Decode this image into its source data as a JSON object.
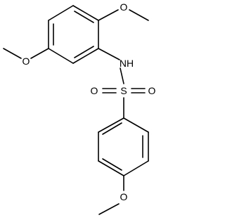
{
  "molecule": {
    "atoms": {
      "o_top": "O",
      "o_left": "O",
      "nh": "NH",
      "s": "S",
      "o_sulfonyl_left": "O",
      "o_sulfonyl_right": "O",
      "o_bottom": "O"
    }
  },
  "colors": {
    "bond": "#000000",
    "label": "#000000",
    "background": "#ffffff"
  }
}
